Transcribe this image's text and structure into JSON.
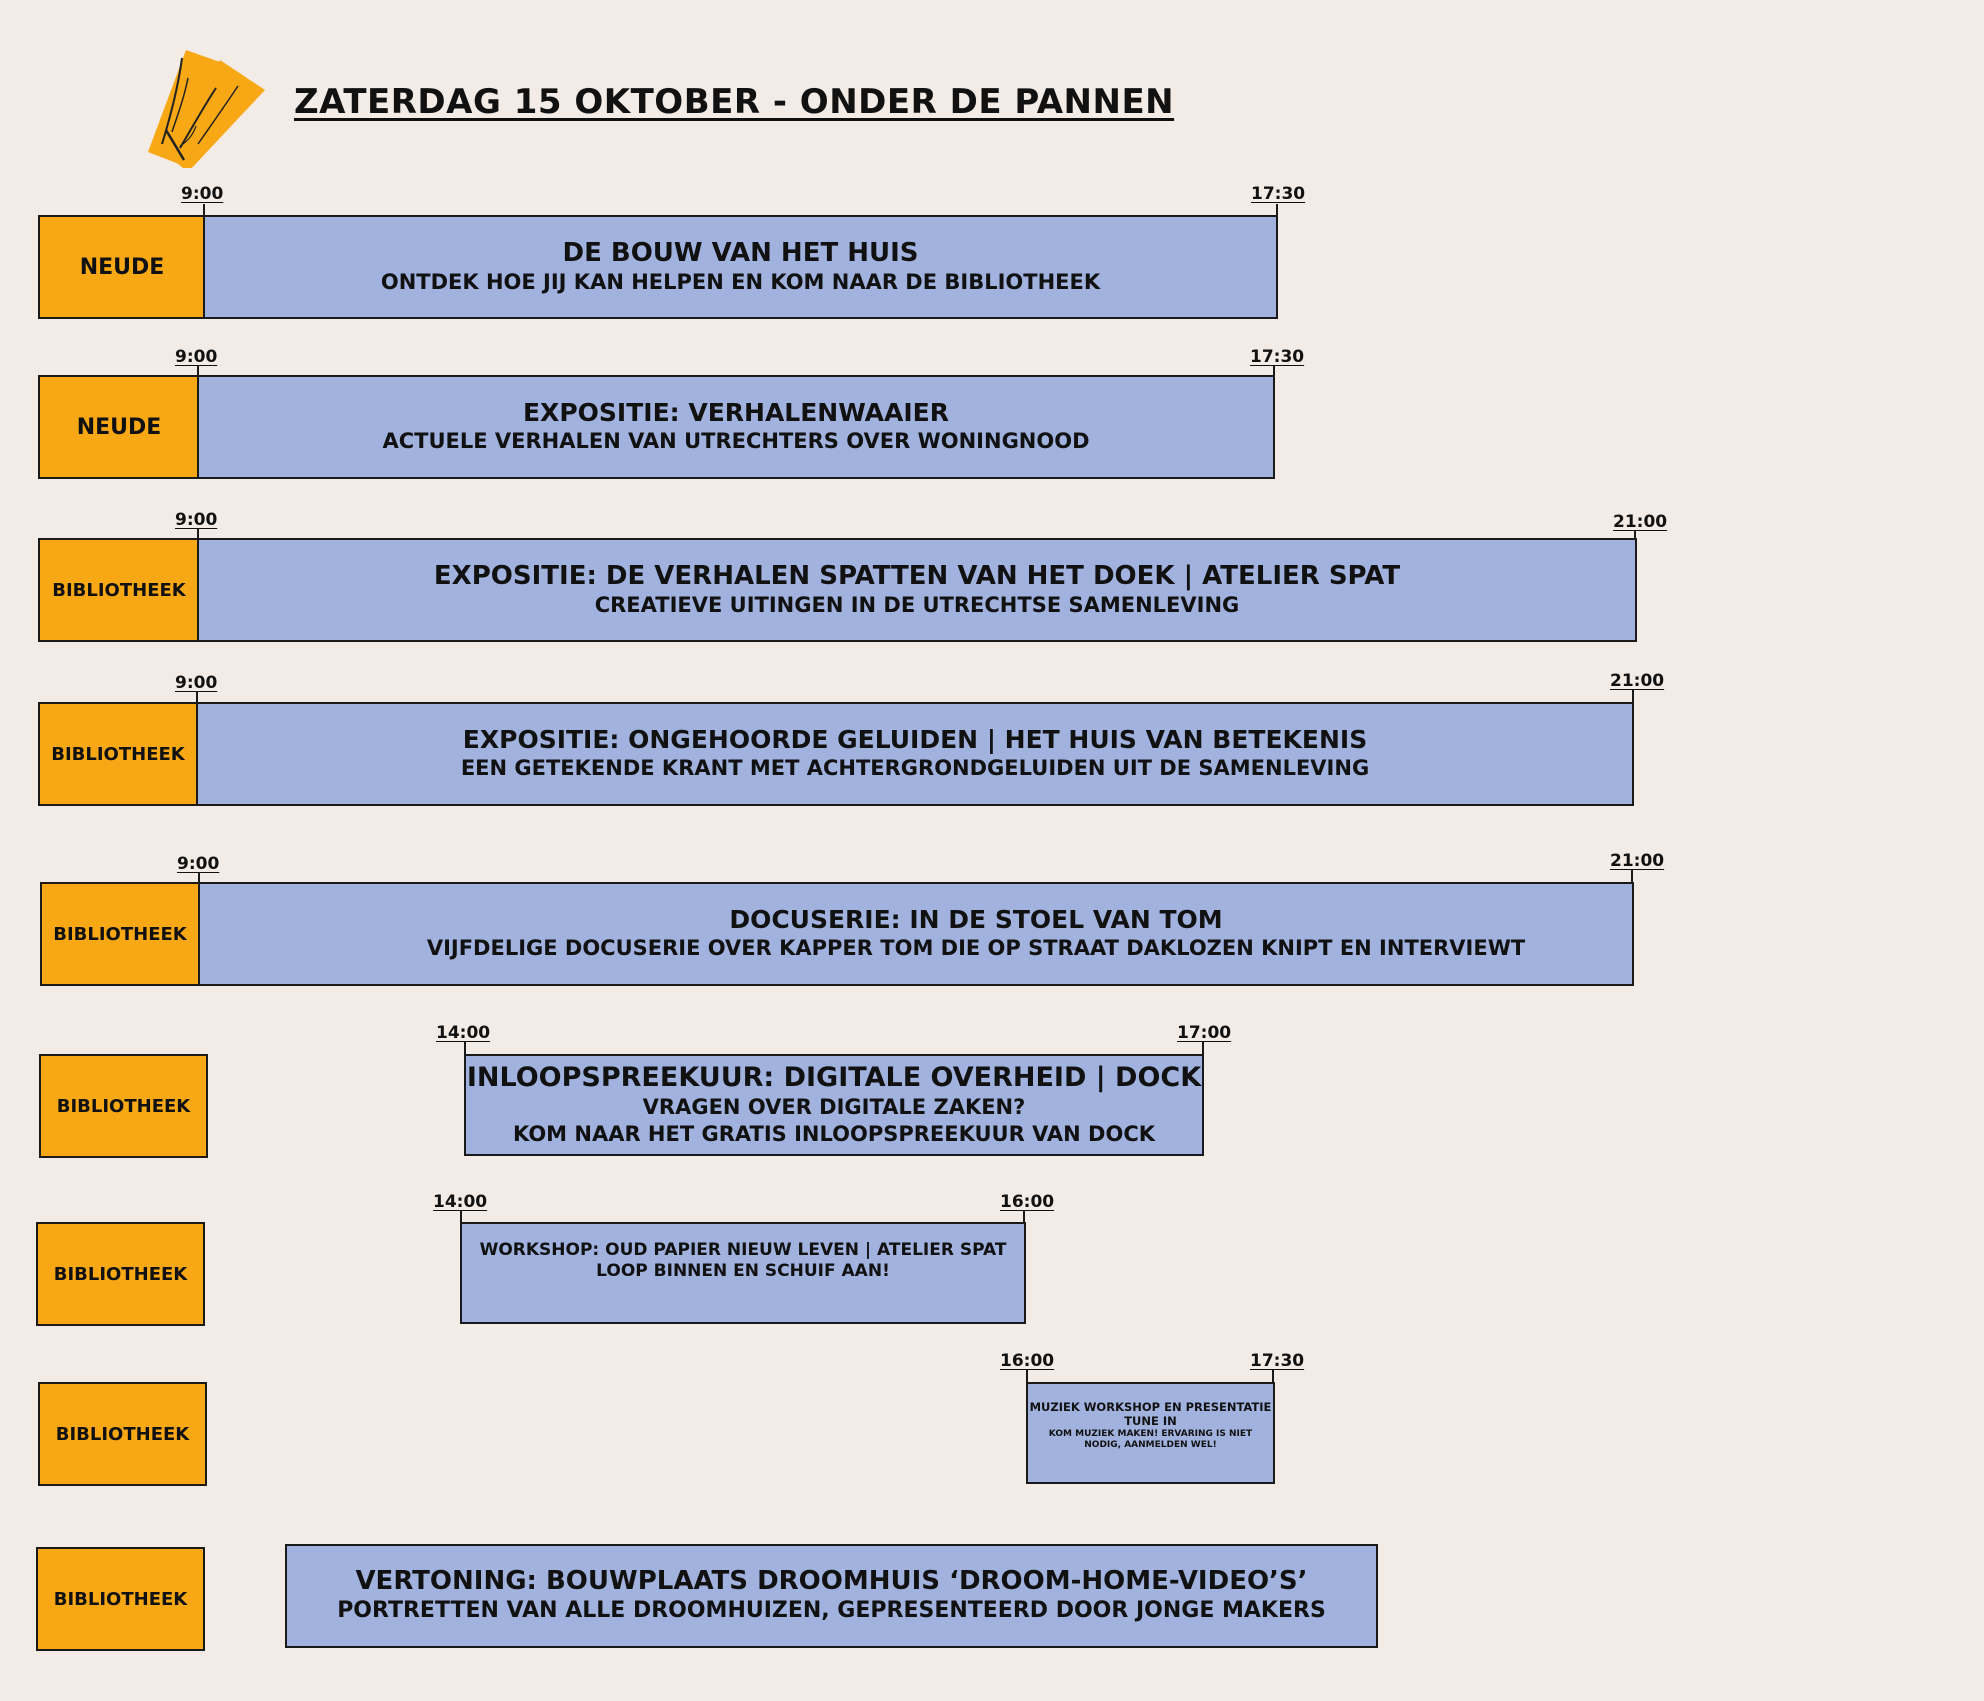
{
  "header": {
    "title": "ZATERDAG 15 OKTOBER - ONDER DE PANNEN ",
    "logo_icon": "wooden-planks-icon"
  },
  "colors": {
    "background": "#f3ebe5",
    "venue": "#f8a815",
    "event": "#a1b2df",
    "border": "#1a1a1a"
  },
  "rows": [
    {
      "venue": "NEUDE",
      "start": "9:00",
      "end": "17:30",
      "title": "DE BOUW VAN HET HUIS",
      "subtitle": "ONTDEK HOE JIJ KAN HELPEN EN KOM NAAR DE BIBLIOTHEEK"
    },
    {
      "venue": "NEUDE",
      "start": "9:00",
      "end": "17:30",
      "title": "EXPOSITIE: VERHALENWAAIER",
      "subtitle": "ACTUELE VERHALEN VAN UTRECHTERS OVER WONINGNOOD"
    },
    {
      "venue": "BIBLIOTHEEK",
      "start": "9:00",
      "end": "21:00",
      "title": "EXPOSITIE: DE VERHALEN SPATTEN VAN HET DOEK | ATELIER SPAT",
      "subtitle": "CREATIEVE UITINGEN IN DE UTRECHTSE SAMENLEVING"
    },
    {
      "venue": "BIBLIOTHEEK",
      "start": "9:00",
      "end": "21:00",
      "title": "EXPOSITIE: ONGEHOORDE GELUIDEN | HET HUIS VAN BETEKENIS",
      "subtitle": "EEN GETEKENDE KRANT MET ACHTERGRONDGELUIDEN UIT DE SAMENLEVING"
    },
    {
      "venue": "BIBLIOTHEEK",
      "start": "9:00",
      "end": "21:00",
      "title": "DOCUSERIE: IN DE STOEL VAN TOM",
      "subtitle": "VIJFDELIGE DOCUSERIE OVER KAPPER TOM DIE OP STRAAT DAKLOZEN KNIPT EN INTERVIEWT"
    },
    {
      "venue": "BIBLIOTHEEK",
      "start": "14:00",
      "end": "17:00",
      "title": "INLOOPSPREEKUUR: DIGITALE OVERHEID | DOCK",
      "subtitle": "VRAGEN OVER DIGITALE ZAKEN?",
      "subtitle2": "KOM NAAR HET GRATIS INLOOPSPREEKUUR VAN DOCK"
    },
    {
      "venue": "BIBLIOTHEEK",
      "start": "14:00",
      "end": "16:00",
      "title": "WORKSHOP: OUD PAPIER NIEUW LEVEN | ATELIER SPAT",
      "subtitle": "LOOP BINNEN EN SCHUIF AAN!"
    },
    {
      "venue": "BIBLIOTHEEK",
      "start": "16:00",
      "end": "17:30",
      "title": "MUZIEK WORKSHOP EN PRESENTATIE",
      "subtitle": "TUNE IN",
      "subtitle2": "KOM MUZIEK MAKEN! ERVARING IS NIET NODIG, AANMELDEN WEL!"
    },
    {
      "venue": "BIBLIOTHEEK",
      "title": "VERTONING: BOUWPLAATS DROOMHUIS ‘DROOM-HOME-VIDEO’S’",
      "subtitle": "PORTRETTEN VAN ALLE DROOMHUIZEN, GEPRESENTEERD DOOR JONGE MAKERS"
    }
  ]
}
